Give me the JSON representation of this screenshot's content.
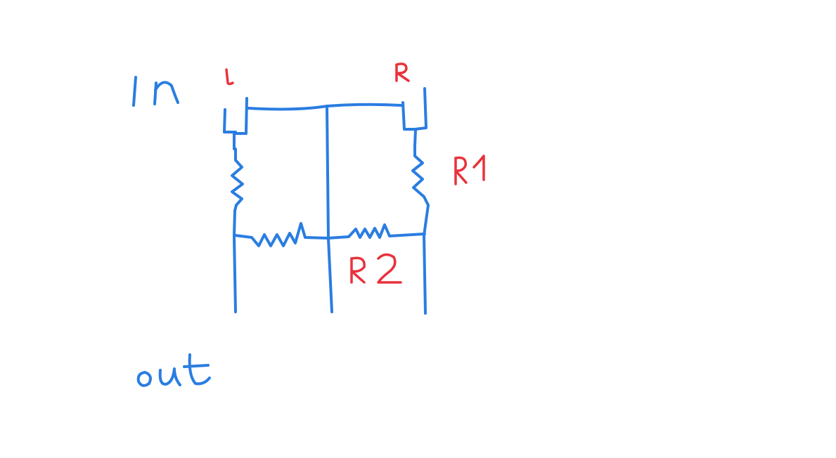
{
  "colors": {
    "ink_blue": "#2a7de1",
    "ink_red": "#e8323c",
    "background": "#ffffff"
  },
  "labels": {
    "input": "In",
    "output": "out",
    "left_channel": "L",
    "right_channel": "R",
    "resistor_1": "R1",
    "resistor_2": "R2"
  }
}
